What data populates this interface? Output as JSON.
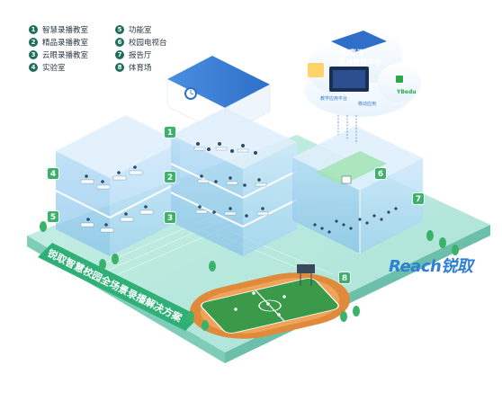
{
  "legend": {
    "items": [
      {
        "num": "1",
        "label": "智慧录播教室"
      },
      {
        "num": "2",
        "label": "精品录播教室"
      },
      {
        "num": "3",
        "label": "云眼录播教室"
      },
      {
        "num": "4",
        "label": "实验室"
      },
      {
        "num": "5",
        "label": "功能室"
      },
      {
        "num": "6",
        "label": "校园电视台"
      },
      {
        "num": "7",
        "label": "报告厅"
      },
      {
        "num": "8",
        "label": "体育场"
      }
    ]
  },
  "cloud": {
    "title_line1": "教育云",
    "title_line2": "资源管理平台",
    "app1": "教学应用平台",
    "app2": "移动应用"
  },
  "banner": {
    "text": "锐取智慧校园全场景录播解决方案"
  },
  "brand": {
    "text": "Reach锐取",
    "partner": "YBedu"
  },
  "badges": [
    "1",
    "2",
    "3",
    "4",
    "5",
    "6",
    "7",
    "8"
  ],
  "colors": {
    "accent_green": "#3bb26a",
    "cloud_blue": "#2f7fd6",
    "glass_blue": "#8fc7f0",
    "ground_teal": "#8fd8c8",
    "track_orange": "#e08a3c",
    "field_green": "#3a9a4a"
  }
}
